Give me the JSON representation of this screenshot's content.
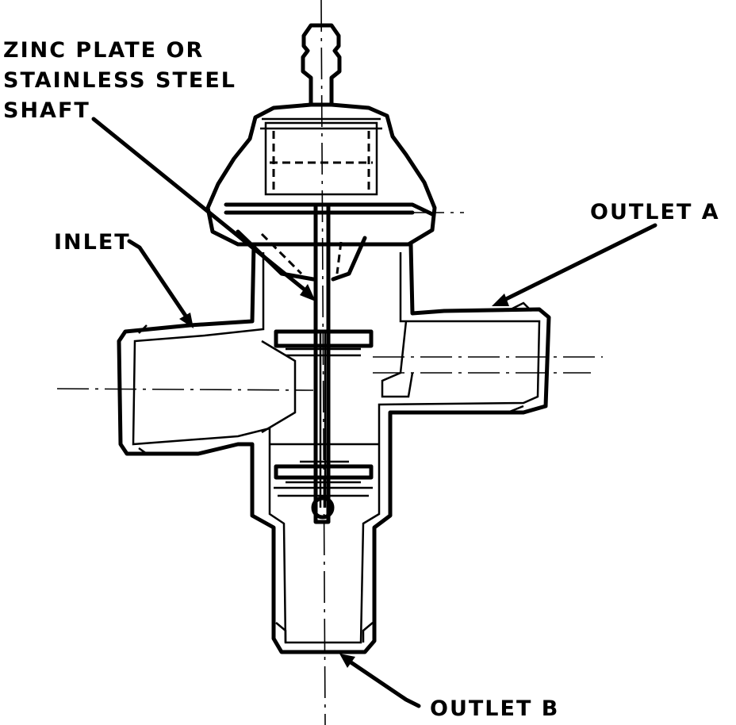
{
  "labels": {
    "shaft_line1": "ZINC PLATE OR",
    "shaft_line2": "STAINLESS STEEL",
    "shaft_line3": "SHAFT",
    "inlet": "INLET",
    "outlet_a": "OUTLET A",
    "outlet_b": "OUTLET B"
  },
  "colors": {
    "ink": "#000000",
    "paper": "#ffffff"
  }
}
